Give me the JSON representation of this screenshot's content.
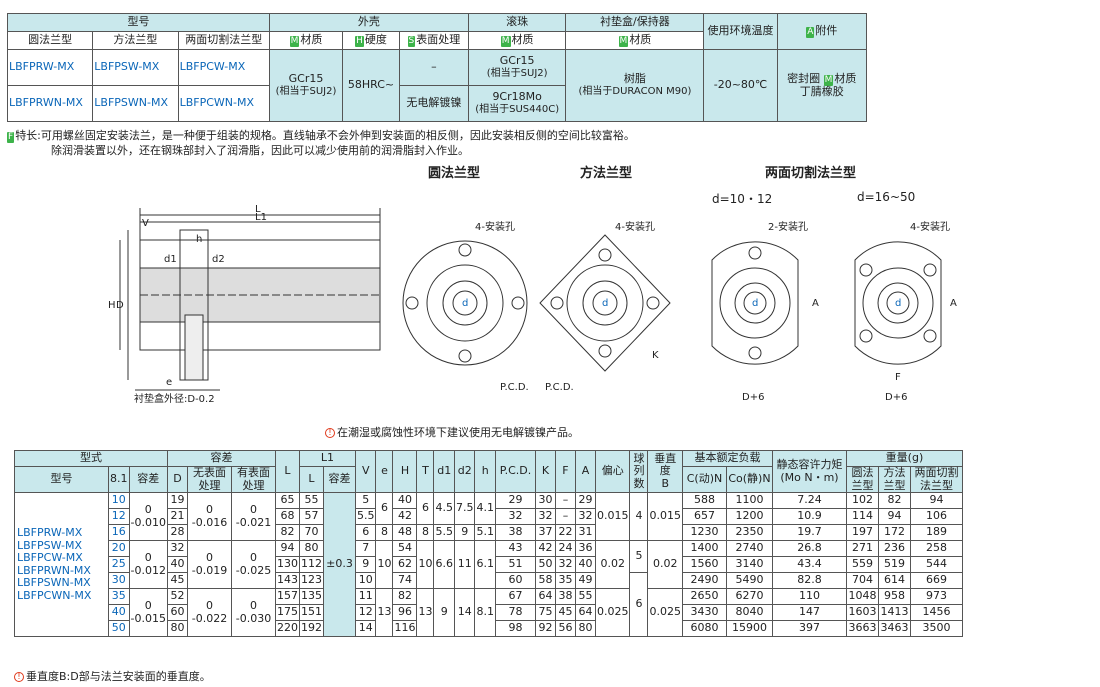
{
  "top_table": {
    "h_model": "型号",
    "h_shell": "外壳",
    "h_ball": "滚珠",
    "h_retainer": "衬垫盒/保持器",
    "h_env": "使用环境温度",
    "h_acc": "附件",
    "sub_round": "圆法兰型",
    "sub_square": "方法兰型",
    "sub_cut": "两面切割法兰型",
    "sub_shell_mat": "材质",
    "sub_hard": "硬度",
    "sub_surface": "表面处理",
    "sub_ball_mat": "材质",
    "sub_ret_mat": "材质",
    "tag_m": "M",
    "tag_h": "H",
    "tag_s": "S",
    "tag_a": "A",
    "row1": [
      "LBFPRW-MX",
      "LBFPSW-MX",
      "LBFPCW-MX"
    ],
    "row2": [
      "LBFPRWN-MX",
      "LBFPSWN-MX",
      "LBFPCWN-MX"
    ],
    "shell_mat_1": "GCr15",
    "shell_mat_2": "(相当于SUJ2)",
    "hardness": "58HRC~",
    "surface_1": "–",
    "surface_2": "无电解镀镍",
    "ball_1a": "GCr15",
    "ball_1b": "(相当于SUJ2)",
    "ball_2a": "9Cr18Mo",
    "ball_2b": "(相当于SUS440C)",
    "ret_1": "树脂",
    "ret_2": "(相当于DURACON M90)",
    "env": "-20~80℃",
    "acc_1": "密封圈",
    "acc_2": "材质",
    "acc_3": "丁腈橡胶"
  },
  "feature": {
    "tag": "F",
    "line1": "特长:可用螺丝固定安装法兰，是一种便于组装的规格。直线轴承不会外伸到安装面的相反侧，因此安装相反侧的空间比较富裕。",
    "line2": "除润滑装置以外，还在钢珠部封入了润滑脂，因此可以减少使用前的润滑脂封入作业。"
  },
  "titles": {
    "round": "圆法兰型",
    "square": "方法兰型",
    "cut": "两面切割法兰型",
    "d_small": "d=10・12",
    "d_large": "d=16~50"
  },
  "drawing_labels": {
    "L": "L",
    "L1": "L1",
    "V": "V",
    "h": "h",
    "d1": "d1",
    "d2": "d2",
    "H": "H",
    "D": "D",
    "e": "e",
    "liner": "衬垫盒外径:D-0.2",
    "holes4": "4-安装孔",
    "holes2": "2-安装孔",
    "d": "d",
    "pcd": "P.C.D.",
    "K": "K",
    "A": "A",
    "F": "F",
    "D6": "D+6"
  },
  "note_mid": "在潮湿或腐蚀性环境下建议使用无电解镀镍产品。",
  "spec": {
    "h_type": "型式",
    "h_model": "型号",
    "h_d": "8.1",
    "h_tol": "容差",
    "h_tol2": "容差",
    "h_D": "D",
    "h_nosurf": "无表面处理",
    "h_surf": "有表面处理",
    "h_L": "L",
    "h_L1": "L1",
    "h_L1tol": "容差",
    "h_V": "V",
    "h_e": "e",
    "h_H": "H",
    "h_T": "T",
    "h_d1": "d1",
    "h_d2": "d2",
    "h_h": "h",
    "h_pcd": "P.C.D.",
    "h_K": "K",
    "h_F": "F",
    "h_A": "A",
    "h_ecc": "偏心",
    "h_balls": "球列数",
    "h_perp": "垂直度",
    "h_B": "B",
    "h_load": "基本额定负载",
    "h_C": "C(动)N",
    "h_Co": "Co(静)N",
    "h_moment": "静态容许力矩",
    "h_moment_unit": "(Mo N・m)",
    "h_weight": "重量(g)",
    "h_w_round": "圆法兰型",
    "h_w_square": "方法兰型",
    "h_w_cut": "两面切割法兰型",
    "models": [
      "LBFPRW-MX",
      "LBFPSW-MX",
      "LBFPCW-MX",
      "LBFPRWN-MX",
      "LBFPSWN-MX",
      "LBFPCWN-MX"
    ],
    "rows": [
      {
        "d": "10",
        "D": "19",
        "L": "65",
        "L1": "55",
        "V": "5",
        "H": "40",
        "pcd": "29",
        "K": "30",
        "F": "–",
        "A": "29",
        "C": "588",
        "Co": "1100",
        "Mo": "7.24",
        "wr": "102",
        "ws": "82",
        "wc": "94"
      },
      {
        "d": "12",
        "D": "21",
        "L": "68",
        "L1": "57",
        "V": "5.5",
        "H": "42",
        "pcd": "32",
        "K": "32",
        "F": "–",
        "A": "32",
        "C": "657",
        "Co": "1200",
        "Mo": "10.9",
        "wr": "114",
        "ws": "94",
        "wc": "106"
      },
      {
        "d": "16",
        "D": "28",
        "L": "82",
        "L1": "70",
        "V": "6",
        "H": "48",
        "pcd": "38",
        "K": "37",
        "F": "22",
        "A": "31",
        "C": "1230",
        "Co": "2350",
        "Mo": "19.7",
        "wr": "197",
        "ws": "172",
        "wc": "189"
      },
      {
        "d": "20",
        "D": "32",
        "L": "94",
        "L1": "80",
        "V": "7",
        "H": "54",
        "pcd": "43",
        "K": "42",
        "F": "24",
        "A": "36",
        "C": "1400",
        "Co": "2740",
        "Mo": "26.8",
        "wr": "271",
        "ws": "236",
        "wc": "258"
      },
      {
        "d": "25",
        "D": "40",
        "L": "130",
        "L1": "112",
        "V": "9",
        "H": "62",
        "pcd": "51",
        "K": "50",
        "F": "32",
        "A": "40",
        "C": "1560",
        "Co": "3140",
        "Mo": "43.4",
        "wr": "559",
        "ws": "519",
        "wc": "544"
      },
      {
        "d": "30",
        "D": "45",
        "L": "143",
        "L1": "123",
        "V": "10",
        "H": "74",
        "pcd": "60",
        "K": "58",
        "F": "35",
        "A": "49",
        "C": "2490",
        "Co": "5490",
        "Mo": "82.8",
        "wr": "704",
        "ws": "614",
        "wc": "669"
      },
      {
        "d": "35",
        "D": "52",
        "L": "157",
        "L1": "135",
        "V": "11",
        "H": "82",
        "pcd": "67",
        "K": "64",
        "F": "38",
        "A": "55",
        "C": "2650",
        "Co": "6270",
        "Mo": "110",
        "wr": "1048",
        "ws": "958",
        "wc": "973"
      },
      {
        "d": "40",
        "D": "60",
        "L": "175",
        "L1": "151",
        "V": "12",
        "H": "96",
        "pcd": "78",
        "K": "75",
        "F": "45",
        "A": "64",
        "C": "3430",
        "Co": "8040",
        "Mo": "147",
        "wr": "1603",
        "ws": "1413",
        "wc": "1456"
      },
      {
        "d": "50",
        "D": "80",
        "L": "220",
        "L1": "192",
        "V": "14",
        "H": "116",
        "pcd": "98",
        "K": "92",
        "F": "56",
        "A": "80",
        "C": "6080",
        "Co": "15900",
        "Mo": "397",
        "wr": "3663",
        "ws": "3463",
        "wc": "3500"
      }
    ],
    "g1_tol": "0\n-0.010",
    "g2_tol": "0\n-0.012",
    "g3_tol": "0\n-0.015",
    "g1_ns": "0\n-0.016",
    "g1_s": "0\n-0.021",
    "g2_ns": "0\n-0.019",
    "g2_s": "0\n-0.025",
    "g3_ns": "0\n-0.022",
    "g3_s": "0\n-0.030",
    "L1_tol": "±0.3",
    "e_a": "6",
    "e_b": "8",
    "e_c": "10",
    "e_d": "13",
    "T_a": "6",
    "T_b": "8",
    "T_c": "10",
    "T_d": "13",
    "d1_a": "4.5",
    "d1_b": "5.5",
    "d1_c": "6.6",
    "d1_d": "9",
    "d2_a": "7.5",
    "d2_b": "9",
    "d2_c": "11",
    "d2_d": "14",
    "h_a": "4.1",
    "h_b": "5.1",
    "h_c": "6.1",
    "ecc_a": "0.015",
    "ecc_b": "0.02",
    "ecc_c": "0.025",
    "balls_a": "4",
    "balls_b": "5",
    "balls_c": "6",
    "B_a": "0.015",
    "B_b": "0.02",
    "B_c": "0.025"
  },
  "footnote": "垂直度B:D部与法兰安装面的垂直度。"
}
